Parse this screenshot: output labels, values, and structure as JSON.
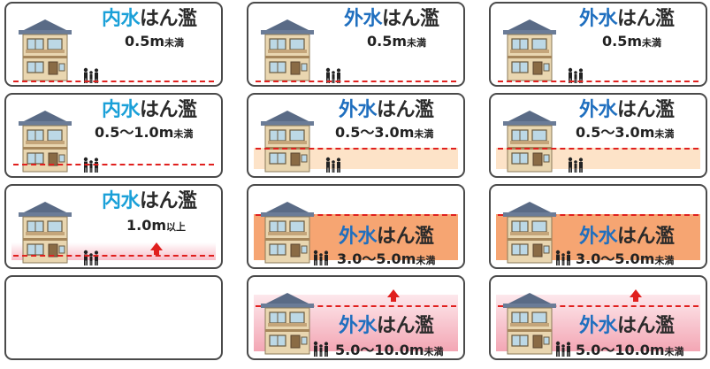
{
  "labels": {
    "naisui_prefix": "内水",
    "gaisui_prefix": "外水",
    "suffix": "はん濫"
  },
  "cards": [
    {
      "id": "c1",
      "prefix": "内水",
      "level": "0.5m",
      "note": "未満"
    },
    {
      "id": "c2",
      "prefix": "外水",
      "level": "0.5m",
      "note": "未満"
    },
    {
      "id": "c3",
      "prefix": "外水",
      "level": "0.5m",
      "note": "未満"
    },
    {
      "id": "c4",
      "prefix": "内水",
      "level": "0.5〜1.0m",
      "note": "未満"
    },
    {
      "id": "c5",
      "prefix": "外水",
      "level": "0.5〜3.0m",
      "note": "未満"
    },
    {
      "id": "c6",
      "prefix": "外水",
      "level": "0.5〜3.0m",
      "note": "未満"
    },
    {
      "id": "c7",
      "prefix": "内水",
      "level": "1.0m",
      "note": "以上"
    },
    {
      "id": "c8",
      "prefix": "外水",
      "level": "3.0〜5.0m",
      "note": "未満"
    },
    {
      "id": "c9",
      "prefix": "外水",
      "level": "3.0〜5.0m",
      "note": "未満"
    },
    {
      "id": "c11",
      "prefix": "外水",
      "level": "5.0〜10.0m",
      "note": "未満"
    },
    {
      "id": "c12",
      "prefix": "外水",
      "level": "5.0〜10.0m",
      "note": "未満"
    }
  ],
  "colors": {
    "naisui_blue": "#1aa0d8",
    "gaisui_blue": "#1f6fbf",
    "water_line_red": "#e0201e",
    "peach_fill": "#fde3c8",
    "orange_fill": "#f6a572",
    "pink_fill": "#f3a6b4",
    "card_border": "#4a4a4a"
  },
  "icons": [
    "house-icon",
    "people-icon",
    "up-arrow-icon"
  ]
}
